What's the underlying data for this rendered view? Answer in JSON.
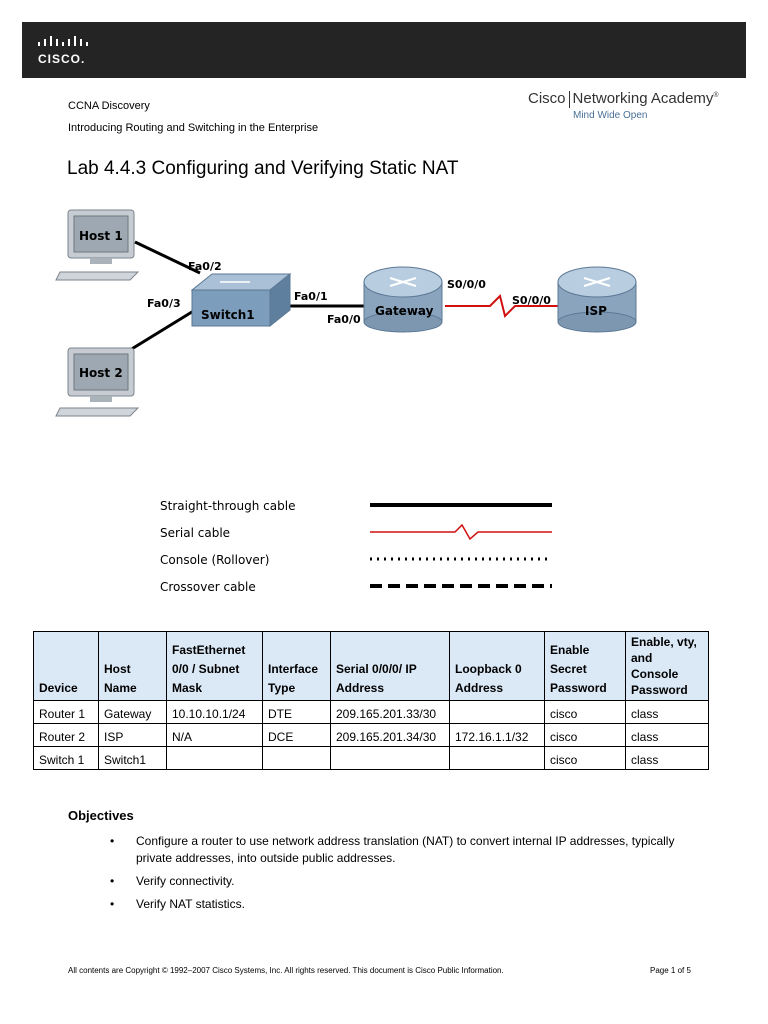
{
  "header": {
    "logo_text": "CISCO.",
    "course": "CCNA Discovery",
    "subtitle": "Introducing Routing and Switching in the Enterprise",
    "academy_left": "Cisco",
    "academy_right": "Networking Academy",
    "academy_tagline": "Mind Wide Open"
  },
  "title": "Lab 4.4.3 Configuring and Verifying Static NAT",
  "topology": {
    "host1": "Host 1",
    "host2": "Host 2",
    "switch": "Switch1",
    "gateway": "Gateway",
    "isp": "ISP",
    "fa02": "Fa0/2",
    "fa03": "Fa0/3",
    "fa01": "Fa0/1",
    "fa00": "Fa0/0",
    "s000_gw": "S0/0/0",
    "s000_isp": "S0/0/0"
  },
  "legend": {
    "straight": "Straight-through cable",
    "serial": "Serial cable",
    "console": "Console (Rollover)",
    "crossover": "Crossover cable"
  },
  "table": {
    "headers": [
      [
        "Device"
      ],
      [
        "Host",
        "Name"
      ],
      [
        "FastEthernet",
        "0/0 / Subnet",
        "Mask"
      ],
      [
        "Interface",
        "Type"
      ],
      [
        "Serial 0/0/0/ IP",
        "Address"
      ],
      [
        "Loopback 0",
        "Address"
      ],
      [
        "Enable",
        "Secret",
        "Password"
      ],
      [
        "Enable, vty,",
        "and",
        "Console",
        "Password"
      ]
    ],
    "rows": [
      [
        "Router 1",
        "Gateway",
        "10.10.10.1/24",
        "DTE",
        "209.165.201.33/30",
        "",
        "cisco",
        "class"
      ],
      [
        "Router 2",
        "ISP",
        "N/A",
        "DCE",
        "209.165.201.34/30",
        "172.16.1.1/32",
        "cisco",
        "class"
      ],
      [
        "Switch 1",
        "Switch1",
        "",
        "",
        "",
        "",
        "cisco",
        "class"
      ]
    ]
  },
  "objectives": {
    "title": "Objectives",
    "items": [
      "Configure a router to use network address translation (NAT) to convert internal IP addresses, typically private addresses, into outside public addresses.",
      "Verify connectivity.",
      "Verify NAT statistics."
    ]
  },
  "footer": {
    "copyright": "All contents are Copyright © 1992–2007 Cisco Systems, Inc. All rights reserved. This document is Cisco Public Information.",
    "page": "Page 1 of 5"
  },
  "colors": {
    "topbar": "#242424",
    "table_header": "#dbe8f6",
    "serial_cable": "#d01010",
    "tagline": "#4a6f96"
  }
}
